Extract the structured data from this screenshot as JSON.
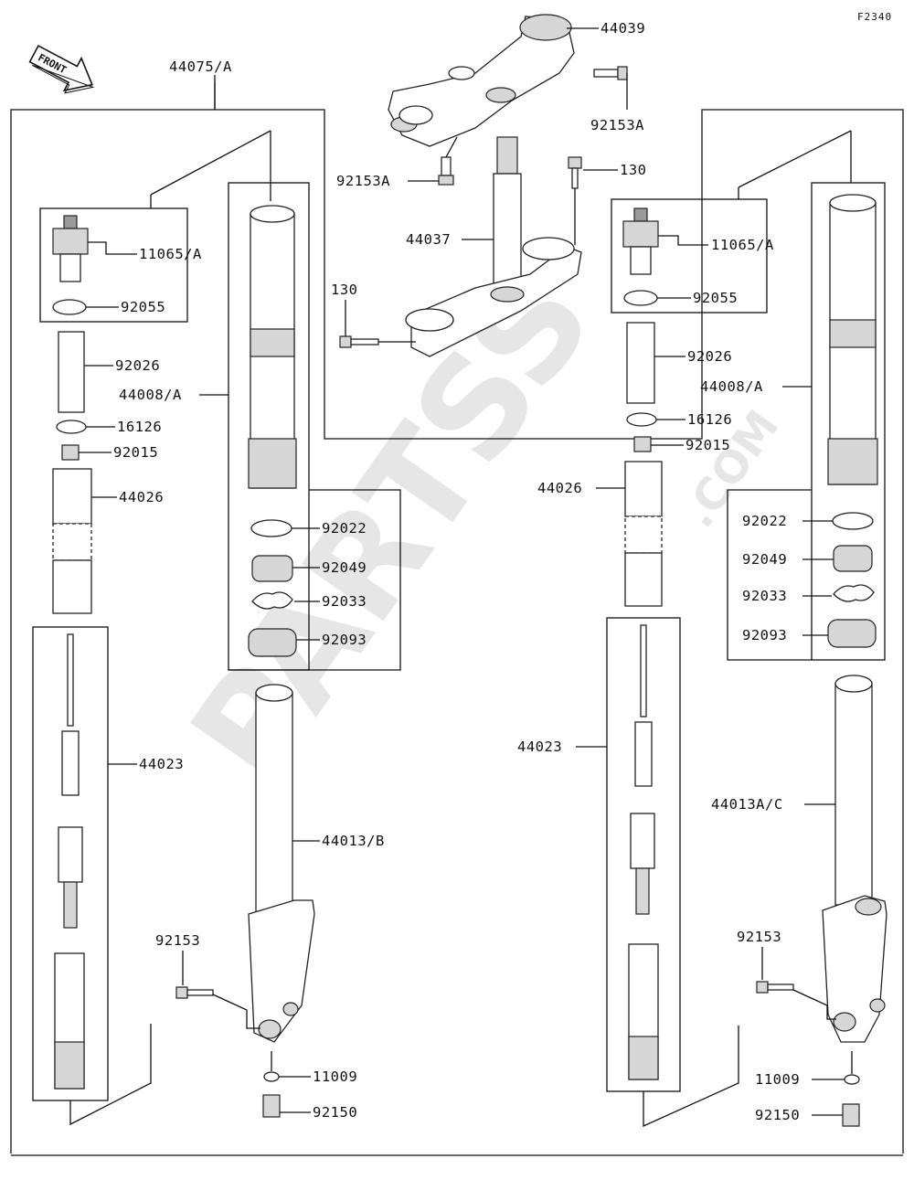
{
  "diagram_code": "F2340",
  "front_label": "FRONT",
  "watermark": {
    "text": "PARTSS",
    "suffix": ".COM",
    "color": "#e6e6e6"
  },
  "labels": {
    "l44075A": "44075/A",
    "l44039": "44039",
    "l92153A_top": "92153A",
    "l92153A_mid": "92153A",
    "l130_top": "130",
    "l44037": "44037",
    "l130_left": "130",
    "l11065A_left": "11065/A",
    "l92055_left": "92055",
    "l92026_left": "92026",
    "l44008A_left": "44008/A",
    "l16126_left": "16126",
    "l92015_left": "92015",
    "l44026_left": "44026",
    "l92022_left": "92022",
    "l92049_left": "92049",
    "l92033_left": "92033",
    "l92093_left": "92093",
    "l44023_left": "44023",
    "l44013B": "44013/B",
    "l92153_left": "92153",
    "l11009_left": "11009",
    "l92150_left": "92150",
    "l11065A_right": "11065/A",
    "l92055_right": "92055",
    "l92026_right": "92026",
    "l44008A_right": "44008/A",
    "l16126_right": "16126",
    "l92015_right": "92015",
    "l44026_right": "44026",
    "l92022_right": "92022",
    "l92049_right": "92049",
    "l92033_right": "92033",
    "l92093_right": "92093",
    "l44023_right": "44023",
    "l44013AC": "44013A/C",
    "l92153_right": "92153",
    "l11009_right": "11009",
    "l92150_right": "92150"
  }
}
